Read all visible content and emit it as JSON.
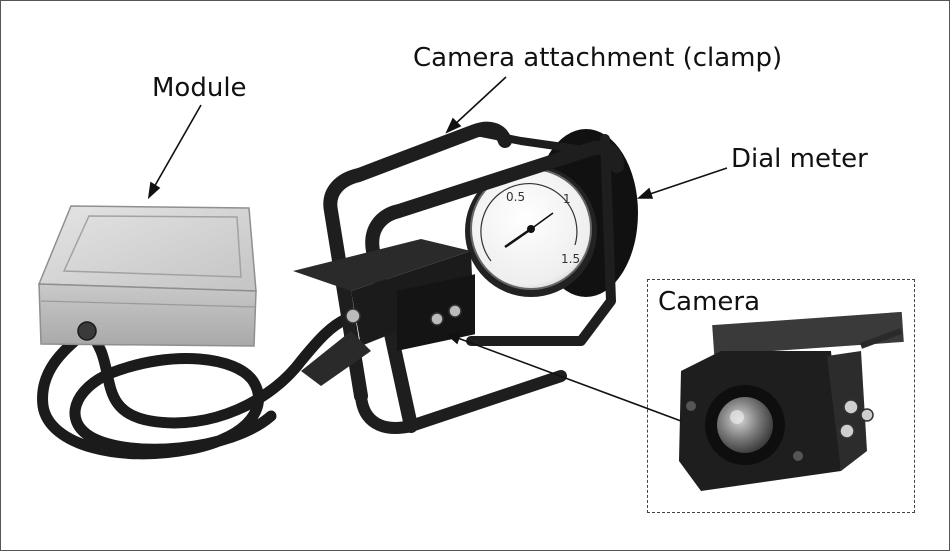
{
  "labels": {
    "module": "Module",
    "clamp": "Camera attachment (clamp)",
    "dial_meter": "Dial meter",
    "camera": "Camera"
  },
  "dial": {
    "ticks": [
      "0.5",
      "1",
      "1.5"
    ]
  },
  "colors": {
    "text": "#111111",
    "frame": "#555555",
    "metal_dark": "#1e1e1e",
    "module_body": "#c8c8c8"
  }
}
